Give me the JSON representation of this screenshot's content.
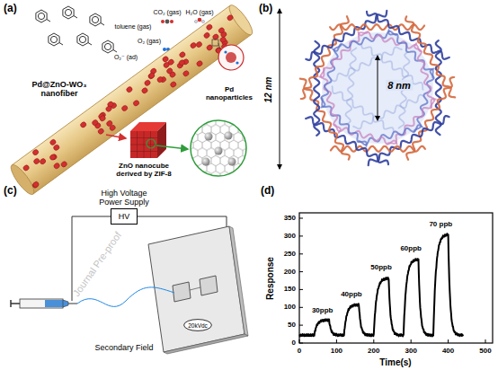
{
  "diagram": {
    "nodes": [
      {
        "text": [
          "High Voltage Power Supply",
          "HV"
        ]
      },
      {
        "text": [
          "20kVdc"
        ]
      }
    ],
    "labels": [
      "(a)",
      "toluene (gas)",
      "CO₂ (gas)",
      "H₂O (gas)",
      "O₂ (gas)",
      "O₂⁻ (ad)",
      "Pd@ZnO-WO₃ nanofiber",
      "Pd nanoparticles",
      "ZnO nanocube derived by ZIF-8",
      "(b)",
      "12 nm",
      "8 nm",
      "(c)",
      "Secondary Field",
      "(d)",
      "30ppb",
      "40ppb",
      "50ppb",
      "60ppb",
      "70 ppb",
      "0",
      "50",
      "100",
      "150",
      "200",
      "250",
      "300",
      "350",
      "0",
      "100",
      "200",
      "300",
      "400",
      "500",
      "Response",
      "Time(s)",
      "Journal Pre-proof"
    ]
  }
}
